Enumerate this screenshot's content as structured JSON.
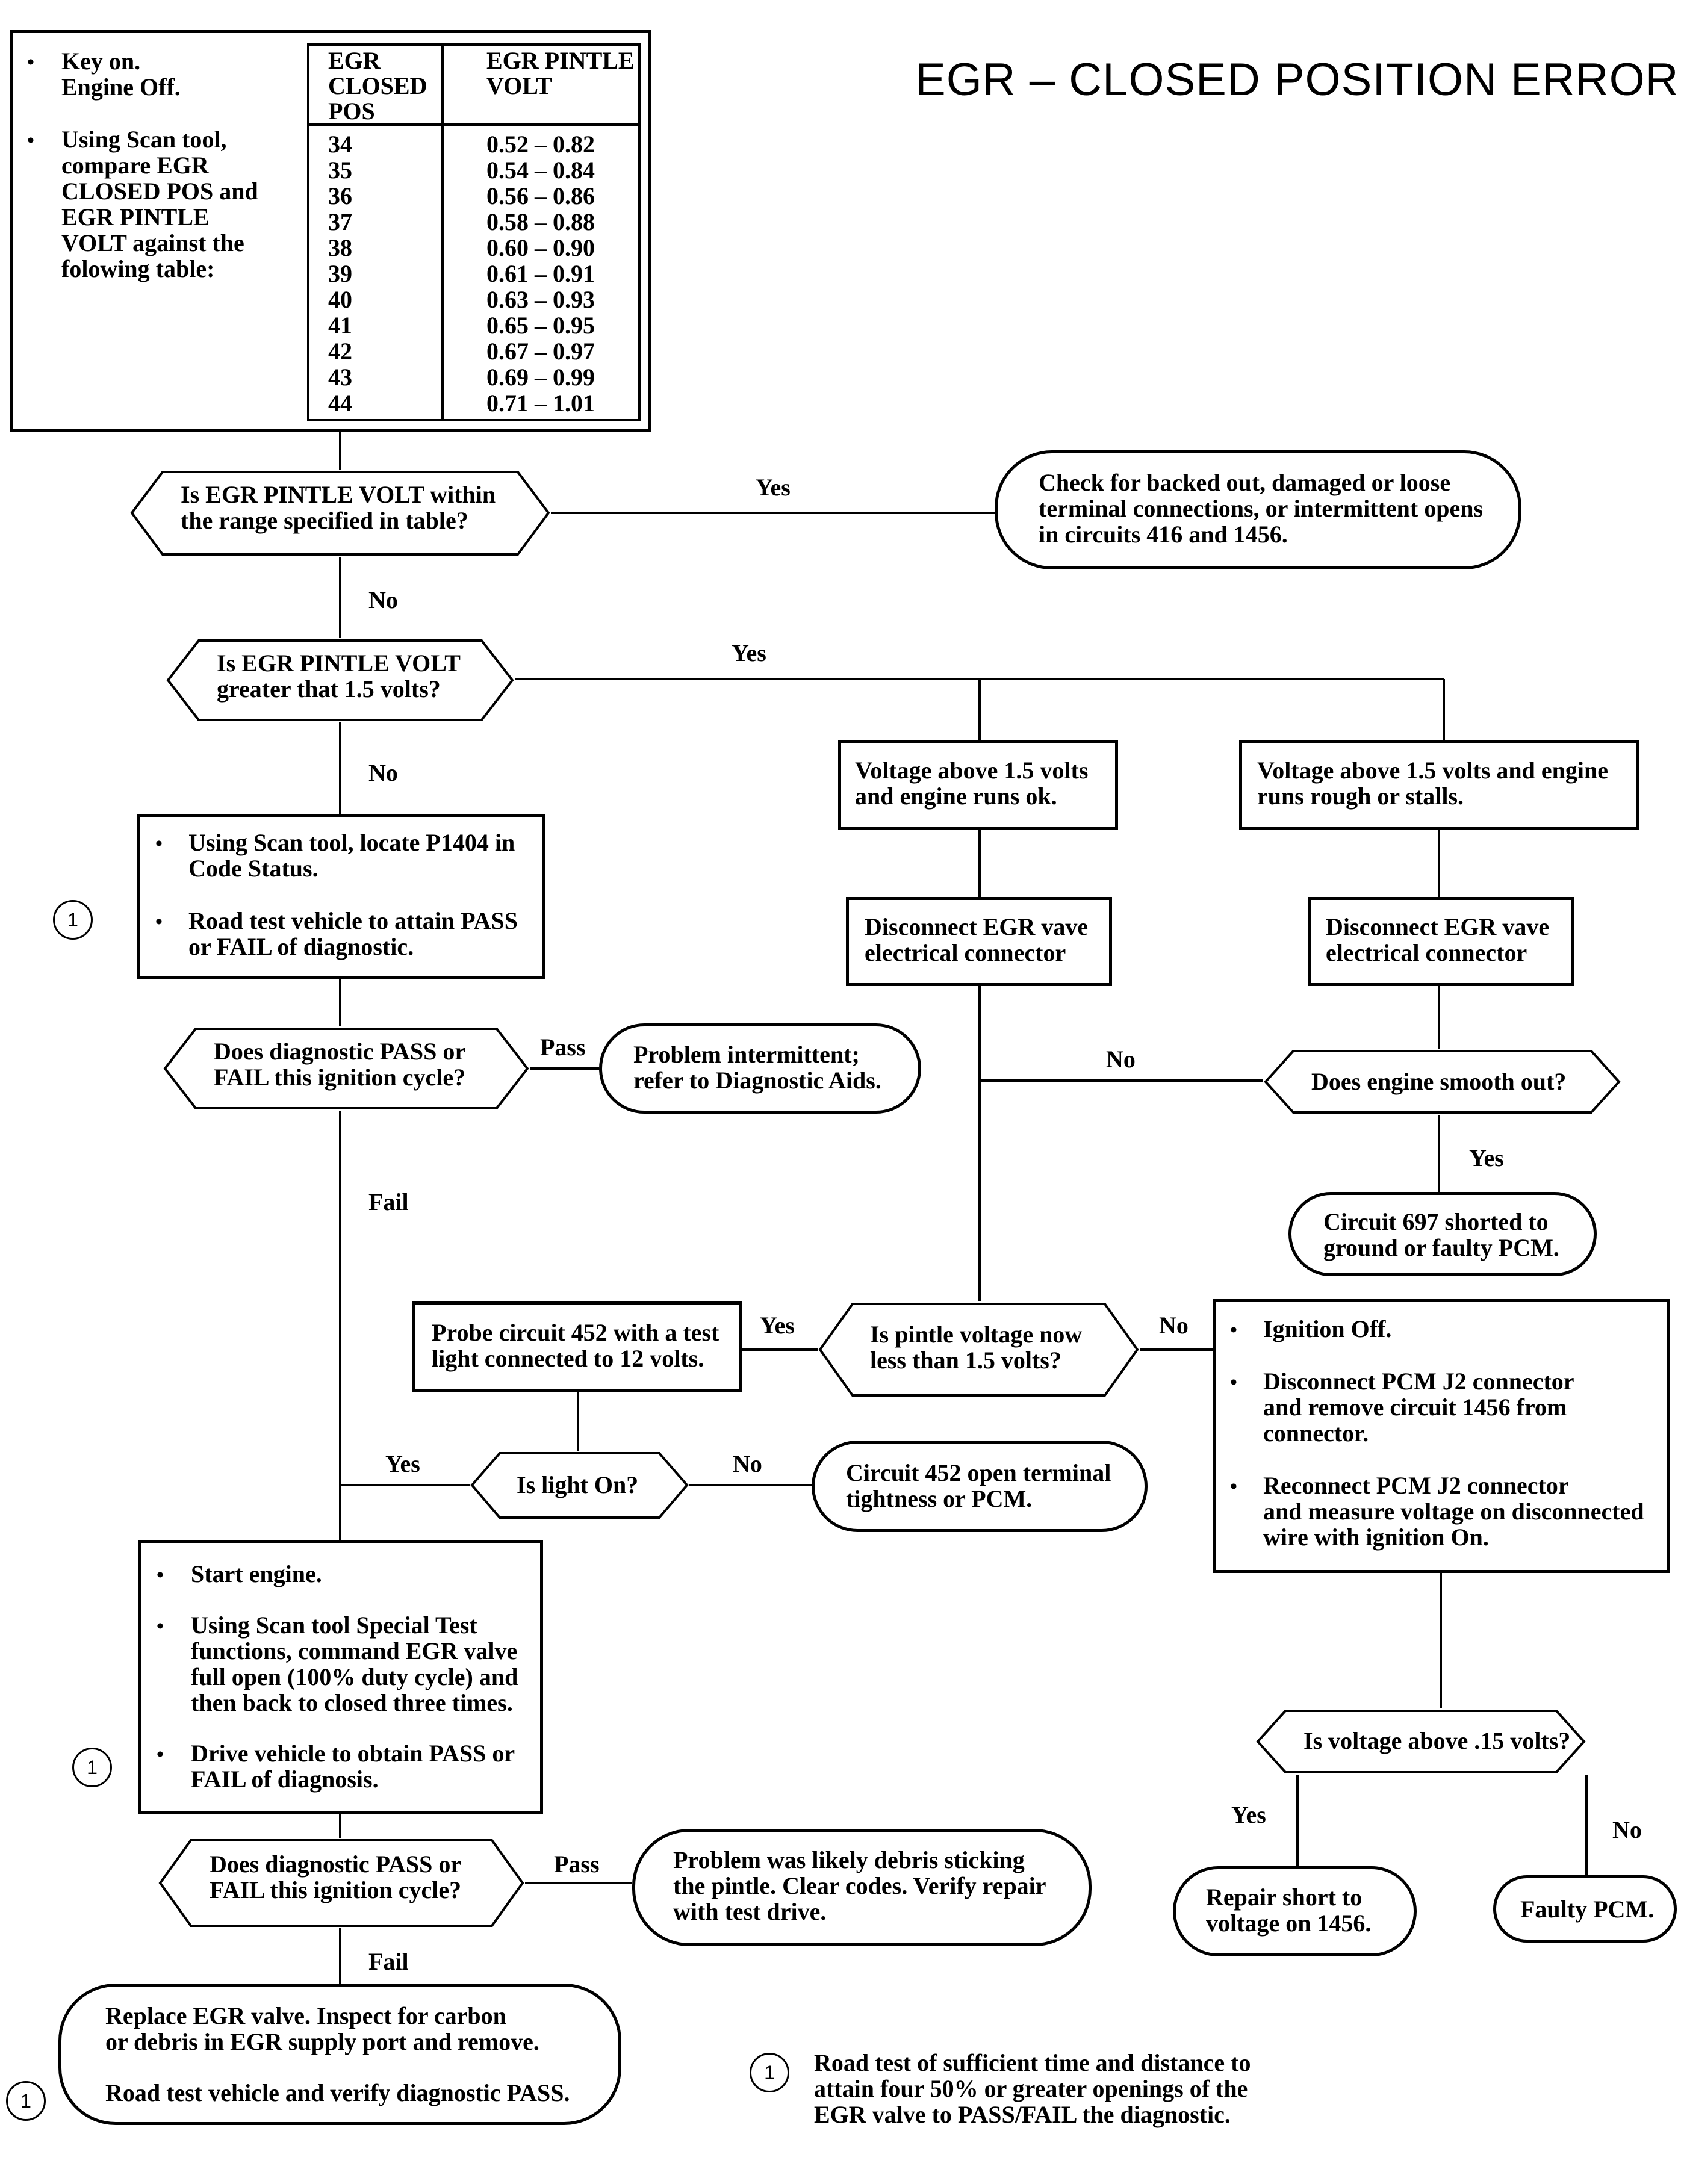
{
  "title": "EGR – CLOSED POSITION ERROR",
  "start_box": {
    "step1": "Key on.\nEngine Off.",
    "step2": "Using Scan tool,\ncompare EGR\nCLOSED POS and\nEGR PINTLE\nVOLT against the\nfolowing table:",
    "table": {
      "header_pos": "EGR\nCLOSED\nPOS",
      "header_volt": "EGR PINTLE\nVOLT",
      "pos": [
        "34",
        "35",
        "36",
        "37",
        "38",
        "39",
        "40",
        "41",
        "42",
        "43",
        "44"
      ],
      "volt": [
        "0.52 – 0.82",
        "0.54 – 0.84",
        "0.56 – 0.86",
        "0.58 – 0.88",
        "0.60 – 0.90",
        "0.61 – 0.91",
        "0.63 – 0.93",
        "0.65 – 0.95",
        "0.67 – 0.97",
        "0.69 – 0.99",
        "0.71 – 1.01"
      ]
    }
  },
  "nodes": {
    "q_within_range": "Is EGR PINTLE VOLT within\nthe range specified in table?",
    "r_check_connections": "Check for backed out, damaged or loose\nterminal connections, or intermittent opens\nin circuits 416 and 1456.",
    "q_greater_15": "Is EGR PINTLE VOLT\ngreater that 1.5 volts?",
    "b_above_runs_ok": "Voltage above 1.5 volts\nand engine runs ok.",
    "b_above_runs_rough": "Voltage above 1.5 volts and engine\nruns rough or stalls.",
    "b_locate_p1404_1": "Using Scan tool, locate P1404 in\nCode Status.",
    "b_locate_p1404_2": "Road test vehicle to attain PASS\nor FAIL of diagnostic.",
    "b_disconnect_left": "Disconnect EGR vave\nelectrical connector",
    "b_disconnect_right": "Disconnect EGR vave\nelectrical connector",
    "q_pass_fail_1": "Does diagnostic PASS or\nFAIL this ignition cycle?",
    "r_intermittent": "Problem intermittent;\nrefer to Diagnostic Aids.",
    "q_smooth_out": "Does engine smooth out?",
    "r_circuit_697": "Circuit 697 shorted to\nground or faulty PCM.",
    "b_probe_452": "Probe circuit 452 with a test\nlight connected to 12 volts.",
    "q_pintle_less": "Is pintle voltage now\nless than 1.5 volts?",
    "b_ign_off_1": "Ignition Off.",
    "b_ign_off_2": "Disconnect PCM J2 connector\nand remove circuit 1456 from\nconnector.",
    "b_ign_off_3": "Reconnect PCM J2 connector\nand measure voltage on disconnected\nwire with ignition On.",
    "q_light_on": "Is light On?",
    "r_circuit_452": "Circuit 452 open terminal\ntightness or PCM.",
    "b_start_1": "Start engine.",
    "b_start_2": "Using Scan tool Special Test\nfunctions, command EGR valve\nfull open (100% duty cycle) and\nthen back to closed three times.",
    "b_start_3": "Drive vehicle to obtain PASS or\nFAIL of diagnosis.",
    "q_voltage_15": "Is voltage above .15 volts?",
    "q_pass_fail_2": "Does diagnostic PASS or\nFAIL this ignition cycle?",
    "r_debris": "Problem was likely debris sticking\nthe pintle. Clear codes. Verify repair\nwith test drive.",
    "r_repair_short": "Repair short to\nvoltage on 1456.",
    "r_faulty_pcm": "Faulty PCM.",
    "r_replace_1": "Replace EGR valve. Inspect for carbon\nor debris in EGR supply port and remove.",
    "r_replace_2": "Road test vehicle and verify diagnostic PASS.",
    "footnote": "Road test of sufficient time and distance to\nattain four 50% or greater openings of the\nEGR valve to PASS/FAIL the diagnostic."
  },
  "labels": {
    "yes_1": "Yes",
    "no_1": "No",
    "yes_2": "Yes",
    "no_2": "No",
    "pass_1": "Pass",
    "no_3": "No",
    "yes_3": "Yes",
    "fail_1": "Fail",
    "yes_4": "Yes",
    "no_4": "No",
    "yes_5": "Yes",
    "no_5": "No",
    "pass_2": "Pass",
    "yes_6": "Yes",
    "no_6": "No",
    "fail_2": "Fail"
  },
  "marker": "1"
}
